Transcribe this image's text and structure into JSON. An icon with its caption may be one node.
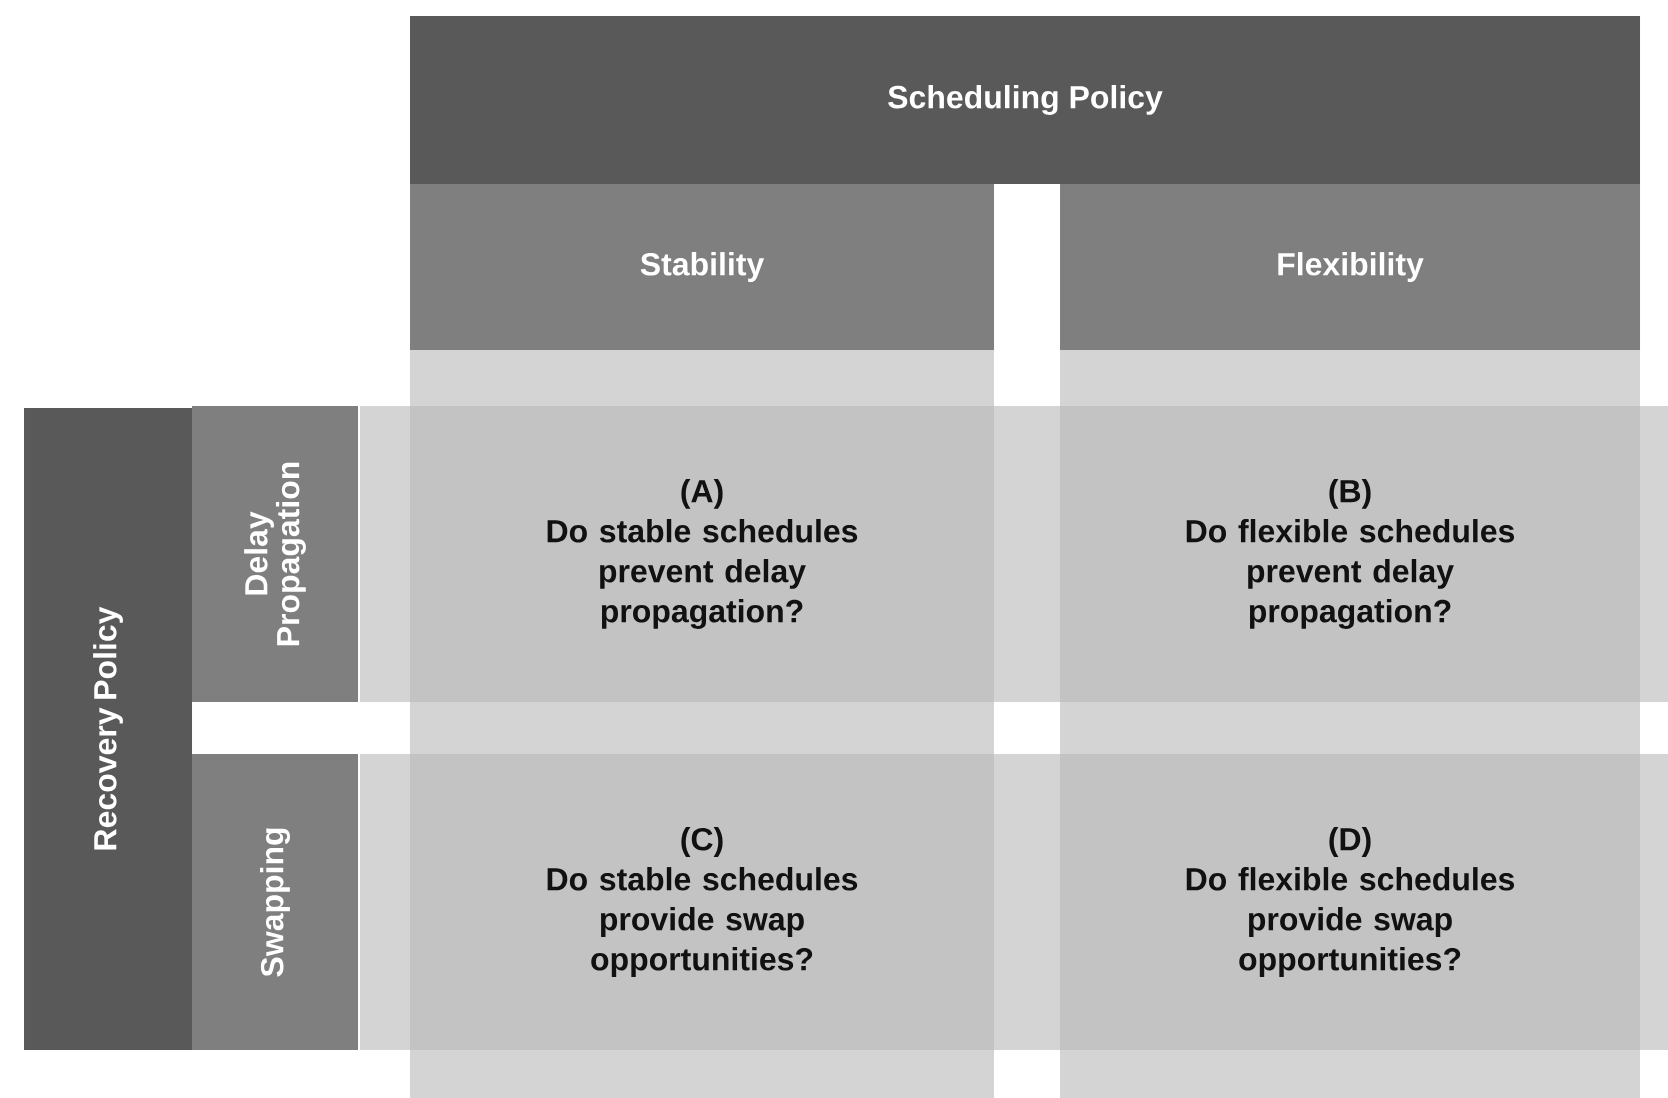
{
  "diagram": {
    "nodes": [
      {
        "text": [
          "Scheduling Policy"
        ]
      },
      {
        "text": [
          "Stability"
        ]
      },
      {
        "text": [
          "Flexibility"
        ]
      },
      {
        "text": [
          "Recovery Policy"
        ]
      },
      {
        "text": [
          "Delay Propagation"
        ]
      },
      {
        "text": [
          "Swapping"
        ]
      },
      {
        "text": [
          "(A)",
          "Do stable schedules prevent delay propagation?"
        ]
      },
      {
        "text": [
          "(B)",
          "Do flexible schedules prevent delay propagation?"
        ]
      },
      {
        "text": [
          "(C)",
          "Do stable schedules provide swap opportunities?"
        ]
      },
      {
        "text": [
          "(D)",
          "Do flexible schedules provide swap opportunities?"
        ]
      }
    ]
  }
}
